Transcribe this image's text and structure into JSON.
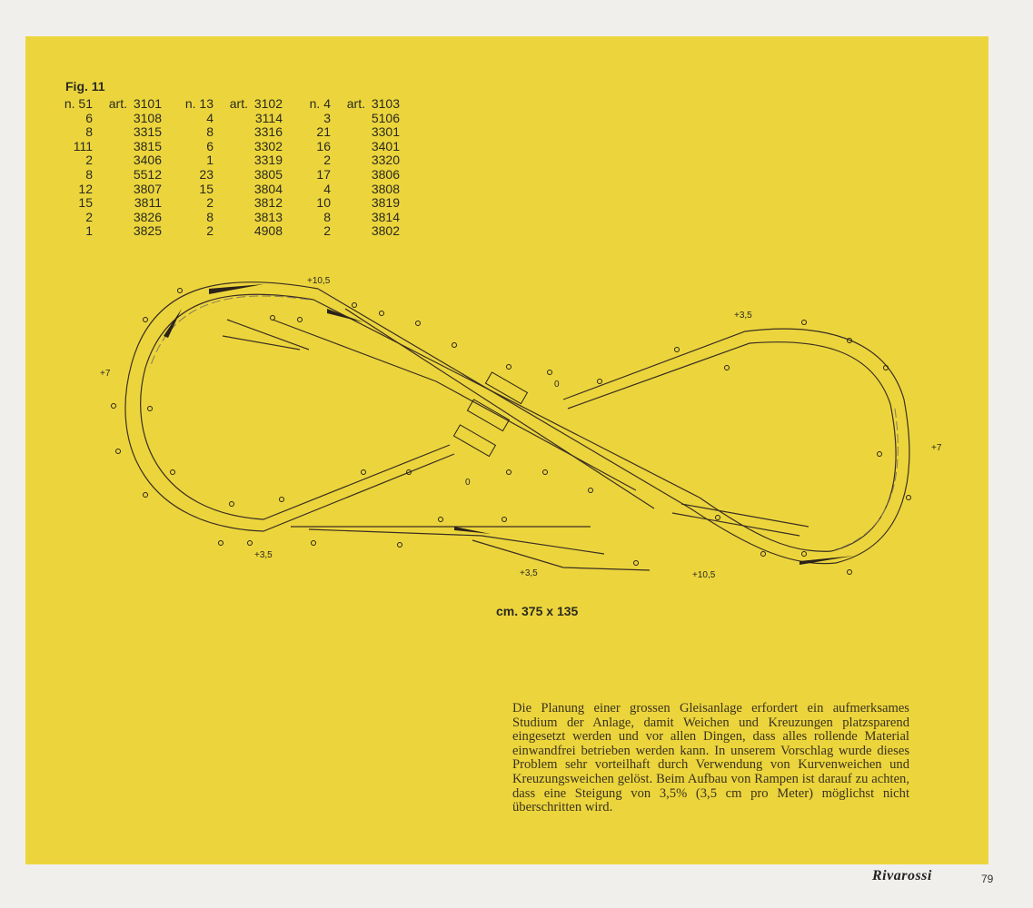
{
  "figure": {
    "title": "Fig. 11",
    "columns": [
      {
        "rows": [
          [
            "n. 51",
            "art.",
            "3101"
          ],
          [
            "6",
            "",
            "3108"
          ],
          [
            "8",
            "",
            "3315"
          ],
          [
            "111",
            "",
            "3815"
          ],
          [
            "2",
            "",
            "3406"
          ],
          [
            "8",
            "",
            "5512"
          ],
          [
            "12",
            "",
            "3807"
          ],
          [
            "15",
            "",
            "3811"
          ],
          [
            "2",
            "",
            "3826"
          ],
          [
            "1",
            "",
            "3825"
          ]
        ]
      },
      {
        "rows": [
          [
            "n. 13",
            "art.",
            "3102"
          ],
          [
            "4",
            "",
            "3114"
          ],
          [
            "8",
            "",
            "3316"
          ],
          [
            "6",
            "",
            "3302"
          ],
          [
            "1",
            "",
            "3319"
          ],
          [
            "23",
            "",
            "3805"
          ],
          [
            "15",
            "",
            "3804"
          ],
          [
            "2",
            "",
            "3812"
          ],
          [
            "8",
            "",
            "3813"
          ],
          [
            "2",
            "",
            "4908"
          ]
        ]
      },
      {
        "rows": [
          [
            "n.   4",
            "art.",
            "3103"
          ],
          [
            "3",
            "",
            "5106"
          ],
          [
            "21",
            "",
            "3301"
          ],
          [
            "16",
            "",
            "3401"
          ],
          [
            "2",
            "",
            "3320"
          ],
          [
            "17",
            "",
            "3806"
          ],
          [
            "4",
            "",
            "3808"
          ],
          [
            "10",
            "",
            "3819"
          ],
          [
            "8",
            "",
            "3814"
          ],
          [
            "2",
            "",
            "3802"
          ]
        ]
      }
    ]
  },
  "diagram": {
    "labels": {
      "top_left": "+10,5",
      "top_right": "+3,5",
      "left": "+7",
      "right": "+7",
      "center_top": "0",
      "center_bottom": "0",
      "bottom_left": "+3,5",
      "bottom_mid": "+3,5",
      "bottom_right": "+10,5"
    },
    "track_color": "#3a2e22"
  },
  "dimensions": "cm. 375 x 135",
  "description": "Die Planung einer grossen Gleisanlage erfordert ein aufmerksames Studium der Anlage, damit Weichen und Kreuzungen platzsparend eingesetzt werden und vor allen Dingen, dass alles rollende Material einwandfrei betrieben werden kann. In unserem Vorschlag wurde dieses Problem sehr vorteilhaft durch Verwendung von Kurvenweichen und Kreuzungsweichen gelöst. Beim Aufbau von Rampen ist darauf zu achten, dass eine Steigung von 3,5% (3,5 cm pro Meter) möglichst nicht überschritten wird.",
  "footer": {
    "logo": "Rivarossi",
    "page_number": "79"
  },
  "colors": {
    "panel": "#ecd53c",
    "page": "#f1efec",
    "ink": "#2a2a20"
  }
}
